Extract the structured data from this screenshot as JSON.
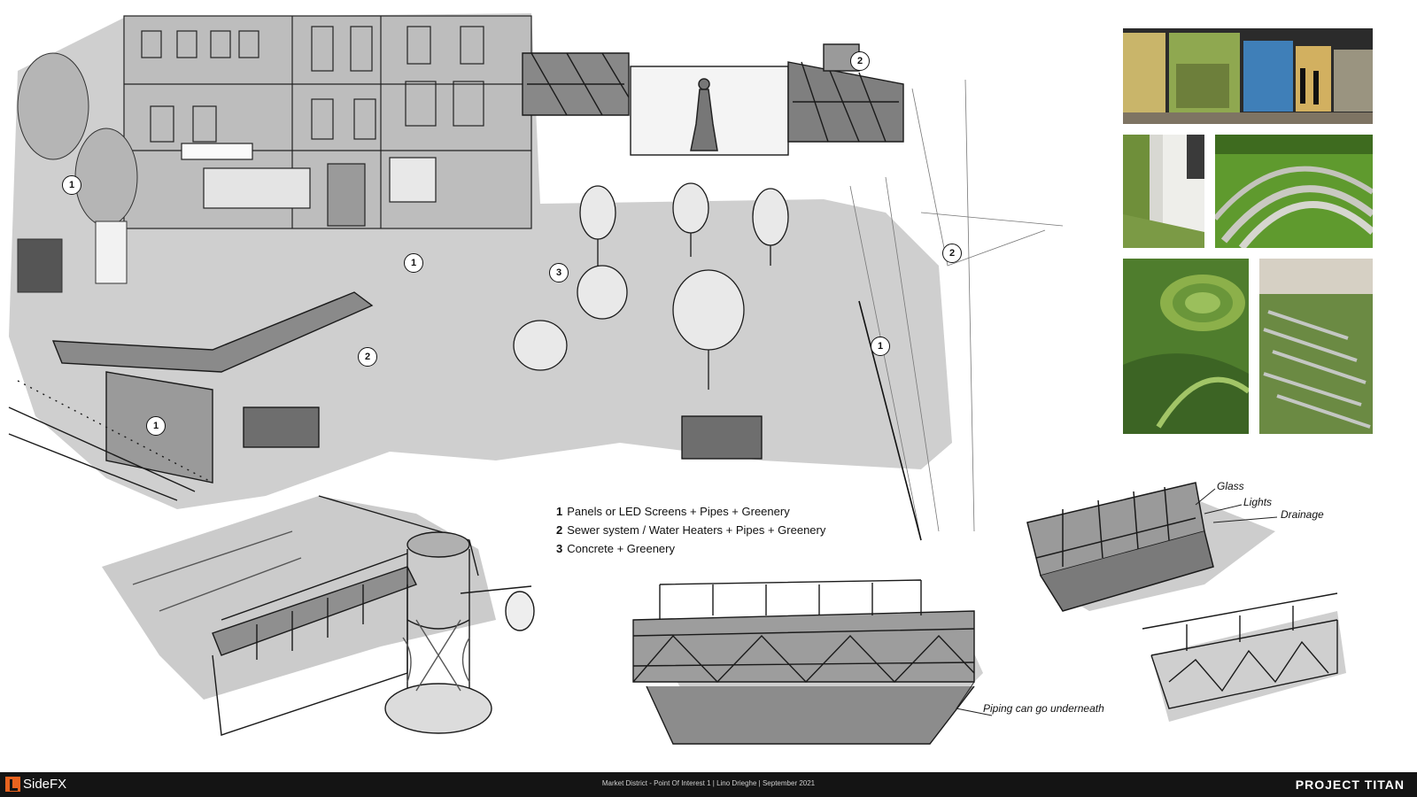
{
  "legend": {
    "items": [
      {
        "number": "1",
        "text": "Panels or LED Screens + Pipes + Greenery"
      },
      {
        "number": "2",
        "text": "Sewer system / Water Heaters + Pipes + Greenery"
      },
      {
        "number": "3",
        "text": "Concrete + Greenery"
      }
    ]
  },
  "annotations": {
    "glass": "Glass",
    "lights": "Lights",
    "drainage": "Drainage",
    "piping": "Piping can go underneath"
  },
  "markers": {
    "m1": "1",
    "m2": "1",
    "m3": "1",
    "m4": "1",
    "m5": "2",
    "m6": "2",
    "m7": "2",
    "m8": "3"
  },
  "footer": {
    "logo": "SideFX",
    "caption": "Market District - Point Of Interest 1 | Lino Drieghe | September 2021",
    "project": "PROJECT TITAN"
  },
  "colors": {
    "sketch_gray": "#c9c9c9",
    "ink": "#1a1a1a",
    "footer_bg": "#141414",
    "logo_orange": "#e8631f",
    "grass_green": "#5f9a2e"
  }
}
